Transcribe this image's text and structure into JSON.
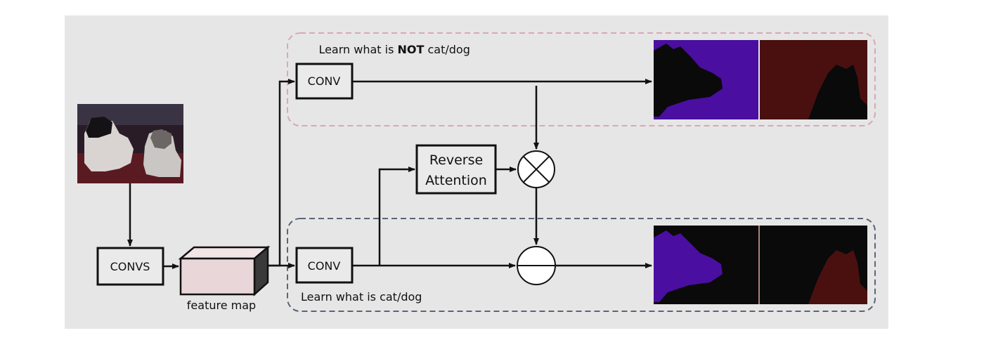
{
  "top_branch": {
    "label_prefix": "Learn what is ",
    "label_emph": "NOT",
    "label_suffix": " cat/dog",
    "conv_label": "CONV"
  },
  "bottom_branch": {
    "label": "Learn what is cat/dog",
    "conv_label": "CONV"
  },
  "convs_label": "CONVS",
  "feature_map_label": "feature map",
  "reverse_attention": {
    "line1": "Reverse",
    "line2": "Attention"
  },
  "colors": {
    "panel_bg": "#e6e6e6",
    "top_dash": "#d8a8b4",
    "bottom_dash": "#5a6478",
    "mask_purple": "#4a0ea0",
    "mask_red": "#4a1010",
    "mask_black": "#0a0a0a"
  }
}
